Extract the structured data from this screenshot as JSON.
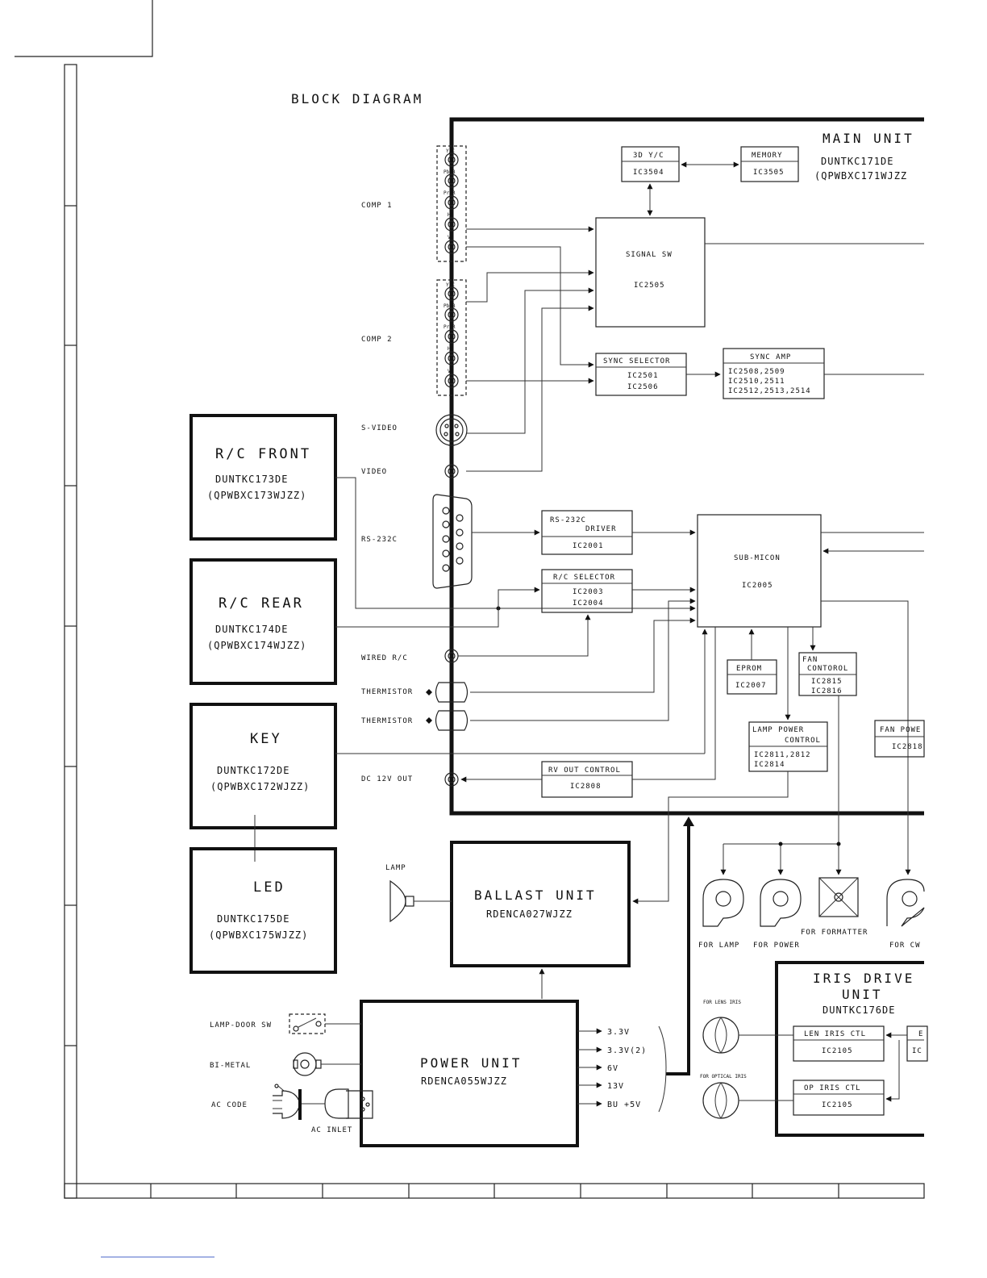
{
  "title": "BLOCK DIAGRAM",
  "main_unit": {
    "title": "MAIN UNIT",
    "code1": "DUNTKC171DE",
    "code2": "(QPWBXC171WJZZ"
  },
  "chips": {
    "y3d": {
      "name": "3D Y/C",
      "ic": "IC3504"
    },
    "memory": {
      "name": "MEMORY",
      "ic": "IC3505"
    },
    "signal_sw": {
      "name": "SIGNAL SW",
      "ic": "IC2505"
    },
    "sync_selector": {
      "name": "SYNC SELECTOR",
      "ic1": "IC2501",
      "ic2": "IC2506"
    },
    "sync_amp": {
      "name": "SYNC AMP",
      "ic1": "IC2508,2509",
      "ic2": "IC2510,2511",
      "ic3": "IC2512,2513,2514"
    },
    "rs232_driver": {
      "name1": "RS-232C",
      "name2": "DRIVER",
      "ic": "IC2001"
    },
    "rc_selector": {
      "name": "R/C SELECTOR",
      "ic1": "IC2003",
      "ic2": "IC2004"
    },
    "sub_micon": {
      "name": "SUB-MICON",
      "ic": "IC2005"
    },
    "eprom": {
      "name": "EPROM",
      "ic": "IC2007"
    },
    "fan_control": {
      "name1": "FAN",
      "name2": "CONTOROL",
      "ic1": "IC2815",
      "ic2": "IC2816"
    },
    "lamp_power": {
      "name1": "LAMP POWER",
      "name2": "CONTROL",
      "ic1": "IC2811,2812",
      "ic2": "IC2814"
    },
    "fan_power": {
      "name": "FAN POWE",
      "ic": "IC2818"
    },
    "rv_out": {
      "name": "RV OUT CONTROL",
      "ic": "IC2808"
    },
    "len_iris": {
      "name": "LEN IRIS CTL",
      "ic": "IC2105"
    },
    "op_iris": {
      "name": "OP IRIS CTL",
      "ic": "IC2105"
    },
    "iris_partial": {
      "name": "E",
      "ic": "IC"
    }
  },
  "connectors": {
    "comp1": "COMP 1",
    "comp2": "COMP 2",
    "svideo": "S-VIDEO",
    "video": "VIDEO",
    "rs232c": "RS-232C",
    "wired_rc": "WIRED R/C",
    "thermistor1": "THERMISTOR",
    "thermistor2": "THERMISTOR",
    "dc12v": "DC 12V OUT",
    "jack_labels": [
      "Y/C",
      "Pb/B",
      "Pr/R",
      "HD",
      "VD"
    ]
  },
  "units": {
    "rc_front": {
      "name": "R/C FRONT",
      "code1": "DUNTKC173DE",
      "code2": "(QPWBXC173WJZZ)"
    },
    "rc_rear": {
      "name": "R/C REAR",
      "code1": "DUNTKC174DE",
      "code2": "(QPWBXC174WJZZ)"
    },
    "key": {
      "name": "KEY",
      "code1": "DUNTKC172DE",
      "code2": "(QPWBXC172WJZZ)"
    },
    "led": {
      "name": "LED",
      "code1": "DUNTKC175DE",
      "code2": "(QPWBXC175WJZZ)"
    },
    "ballast": {
      "name": "BALLAST UNIT",
      "code": "RDENCA027WJZZ"
    },
    "power": {
      "name": "POWER UNIT",
      "code": "RDENCA055WJZZ"
    },
    "iris": {
      "name1": "IRIS DRIVE",
      "name2": "UNIT",
      "code": "DUNTKC176DE"
    }
  },
  "misc": {
    "lamp": "LAMP",
    "lamp_door": "LAMP-DOOR SW",
    "bimetal": "BI-METAL",
    "ac_code": "AC CODE",
    "ac_inlet": "AC INLET",
    "for_lamp": "FOR LAMP",
    "for_power": "FOR POWER",
    "for_formatter": "FOR FORMATTER",
    "for_cw": "FOR CW",
    "for_lens_iris": "FOR LENS IRIS",
    "for_optical_iris": "FOR OPTICAL IRIS"
  },
  "voltages": [
    "3.3V",
    "3.3V(2)",
    "6V",
    "13V",
    "BU +5V"
  ]
}
